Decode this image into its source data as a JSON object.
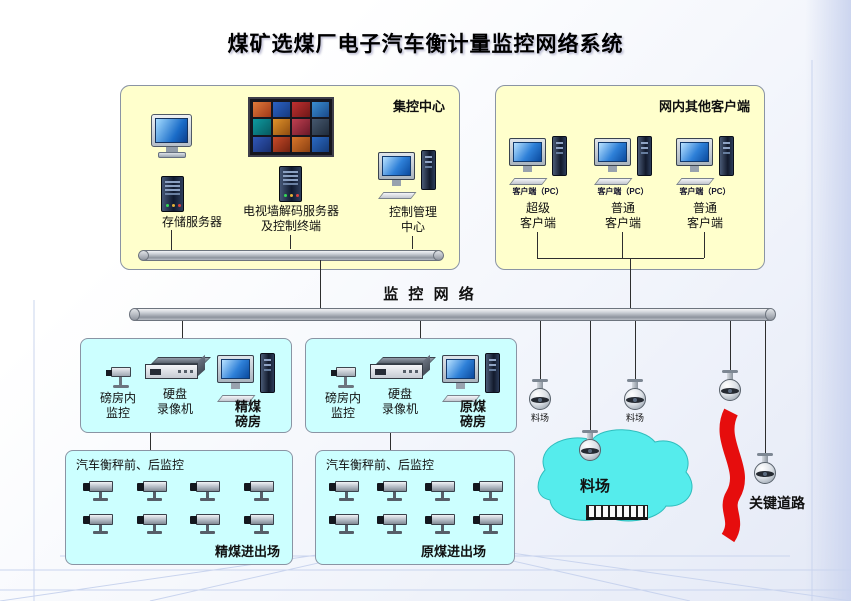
{
  "title": "煤矿选煤厂电子汽车衡计量监控网络系统",
  "network": {
    "bus_label": "监 控 网 络"
  },
  "control_center": {
    "title": "集控中心",
    "storage_label": "存储服务器",
    "tv_label_1": "电视墙解码服务器",
    "tv_label_2": "及控制终端",
    "mgmt_label_1": "控制管理",
    "mgmt_label_2": "中心"
  },
  "other_clients": {
    "title": "网内其他客户端",
    "clients": [
      {
        "tag": "客户端（PC）",
        "line1": "超级",
        "line2": "客户端"
      },
      {
        "tag": "客户端（PC）",
        "line1": "普通",
        "line2": "客户端"
      },
      {
        "tag": "客户端（PC）",
        "line1": "普通",
        "line2": "客户端"
      }
    ]
  },
  "weighbridge_left": {
    "cam_1": "磅房内",
    "cam_2": "监控",
    "dvr_1": "硬盘",
    "dvr_2": "录像机",
    "pc_1": "精煤",
    "pc_2": "磅房"
  },
  "weighbridge_right": {
    "cam_1": "磅房内",
    "cam_2": "监控",
    "dvr_1": "硬盘",
    "dvr_2": "录像机",
    "pc_1": "原煤",
    "pc_2": "磅房"
  },
  "gate_left": {
    "title": "汽车衡秤前、后监控",
    "footer": "精煤进出场"
  },
  "gate_right": {
    "title": "汽车衡秤前、后监控",
    "footer": "原煤进出场"
  },
  "site": {
    "dome1": "料场",
    "dome2": "料场",
    "stockyard": "料场",
    "road": "关键道路"
  },
  "colors": {
    "box_yellow": "#FFFFCC",
    "box_cyan": "#CCFFFF",
    "cloud_cyan": "#55ECEC",
    "road_red": "#E60D0D"
  }
}
